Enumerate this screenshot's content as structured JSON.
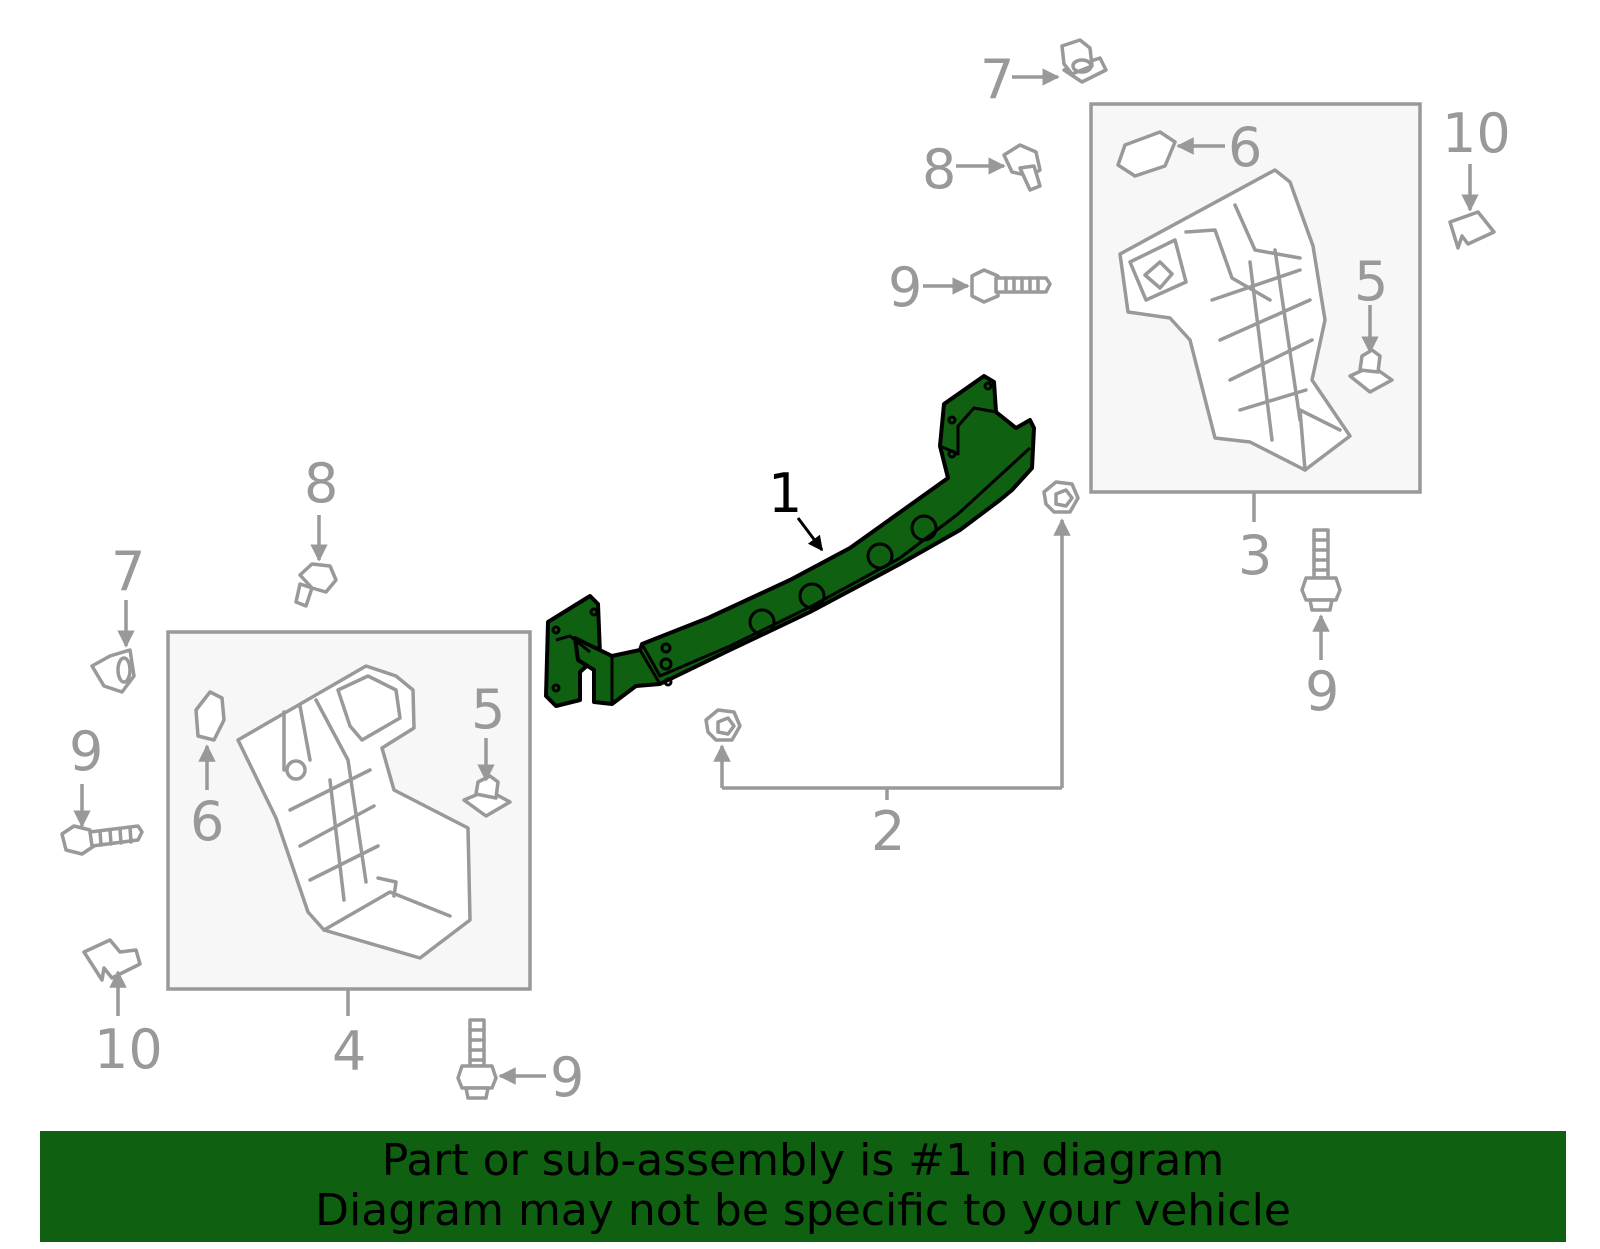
{
  "diagram": {
    "callouts": {
      "beam": "1",
      "nuts": "2",
      "right_bracket": "3",
      "left_bracket": "4",
      "right_clip": "5",
      "left_clip": "5",
      "right_seal": "6",
      "left_seal": "6",
      "right_nut_top": "7",
      "left_nut_top": "7",
      "right_rivet": "8",
      "left_rivet": "8",
      "right_bolt_horizontal": "9",
      "right_bolt_vertical": "9",
      "left_bolt_horizontal": "9",
      "left_bolt_vertical": "9",
      "right_retainer": "10",
      "left_retainer": "10"
    },
    "colors": {
      "highlight": "#0f6010",
      "line": "#999999",
      "box_fill": "#f7f7f7"
    }
  },
  "banner": {
    "line1": "Part or sub-assembly is #1 in diagram",
    "line2": "Diagram may not be specific to your vehicle"
  }
}
